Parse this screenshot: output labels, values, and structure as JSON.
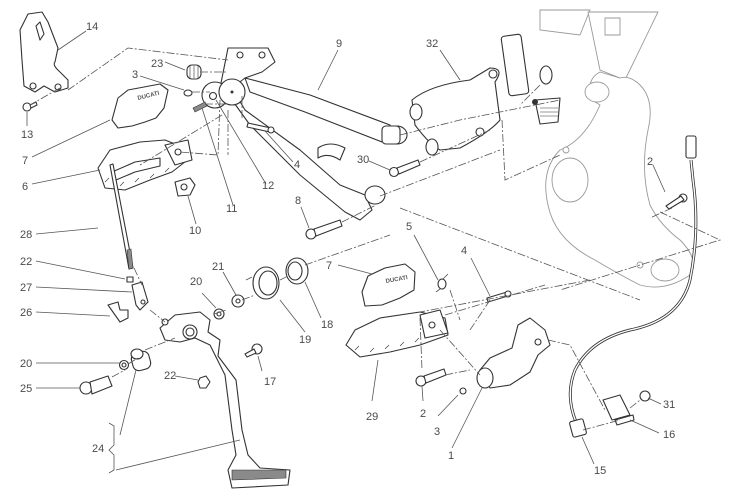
{
  "diagram": {
    "title": "Footrests / Side stand exploded parts view",
    "logo_text": "DUCATI",
    "callouts": [
      {
        "id": "c14",
        "label": "14"
      },
      {
        "id": "c13",
        "label": "13"
      },
      {
        "id": "c23",
        "label": "23"
      },
      {
        "id": "c3a",
        "label": "3"
      },
      {
        "id": "c9",
        "label": "9"
      },
      {
        "id": "c32",
        "label": "32"
      },
      {
        "id": "c7a",
        "label": "7"
      },
      {
        "id": "c6",
        "label": "6"
      },
      {
        "id": "c4a",
        "label": "4"
      },
      {
        "id": "c12",
        "label": "12"
      },
      {
        "id": "c11",
        "label": "11"
      },
      {
        "id": "c10",
        "label": "10"
      },
      {
        "id": "c30",
        "label": "30"
      },
      {
        "id": "c8",
        "label": "8"
      },
      {
        "id": "c2a",
        "label": "2"
      },
      {
        "id": "c28",
        "label": "28"
      },
      {
        "id": "c22a",
        "label": "22"
      },
      {
        "id": "c27",
        "label": "27"
      },
      {
        "id": "c26",
        "label": "26"
      },
      {
        "id": "c20a",
        "label": "20"
      },
      {
        "id": "c21",
        "label": "21"
      },
      {
        "id": "c19",
        "label": "19"
      },
      {
        "id": "c18",
        "label": "18"
      },
      {
        "id": "c7b",
        "label": "7"
      },
      {
        "id": "c5",
        "label": "5"
      },
      {
        "id": "c4b",
        "label": "4"
      },
      {
        "id": "c20b",
        "label": "20"
      },
      {
        "id": "c25",
        "label": "25"
      },
      {
        "id": "c22b",
        "label": "22"
      },
      {
        "id": "c17",
        "label": "17"
      },
      {
        "id": "c24",
        "label": "24"
      },
      {
        "id": "c29",
        "label": "29"
      },
      {
        "id": "c2b",
        "label": "2"
      },
      {
        "id": "c3b",
        "label": "3"
      },
      {
        "id": "c1",
        "label": "1"
      },
      {
        "id": "c31",
        "label": "31"
      },
      {
        "id": "c16",
        "label": "16"
      },
      {
        "id": "c15",
        "label": "15"
      }
    ]
  }
}
